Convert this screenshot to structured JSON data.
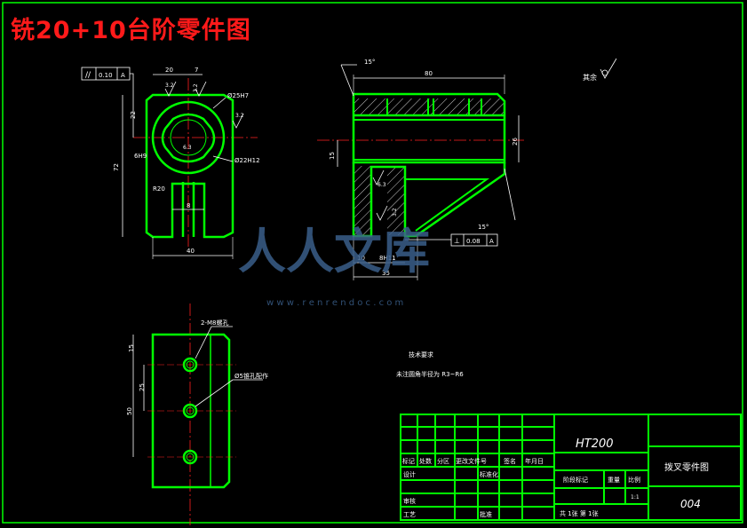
{
  "main_title": "铣20+10台阶零件图",
  "watermark": {
    "cn": "人人文库",
    "url": "w w w . r e n r e n d o c . c o m"
  },
  "surface_note": "其余",
  "front_view": {
    "tolerance_value": "0.10",
    "tolerance_datum": "A",
    "dims": {
      "top_width": "20",
      "top_offset": "7",
      "bore": "Ø25H7",
      "bore2": "Ø22H12",
      "height_left": "22",
      "height_total": "72",
      "dim_6h9": "6H9",
      "radius": "R20",
      "slot": "8",
      "bottom_width": "40"
    },
    "roughness": [
      "3.2",
      "3.2",
      "3.2",
      "6.3"
    ]
  },
  "side_view": {
    "angle_top": "15°",
    "angle_bottom": "15°",
    "length": "80",
    "dia": "26",
    "offset": "15",
    "tolerance_value": "0.08",
    "tolerance_datum": "A",
    "dim_10": "10",
    "dim_8h11": "8H11",
    "dim_35": "35",
    "roughness": [
      "6.3",
      "3.2"
    ]
  },
  "bottom_view": {
    "note_holes": "2-M8螺孔",
    "note_pin": "Ø5锥孔配作",
    "dims": [
      "15",
      "25",
      "50"
    ]
  },
  "technical": {
    "title": "技术要求",
    "line": "未注圆角半径为 R3~R6"
  },
  "title_block": {
    "material": "HT200",
    "part_name": "拨叉零件图",
    "drawing_no": "004",
    "scale": "1:1",
    "labels": {
      "mark": "标记",
      "count": "处数",
      "zone": "分区",
      "change_doc": "更改文件号",
      "sign": "签名",
      "date": "年月日",
      "design": "设计",
      "standard": "标准化",
      "stage": "阶段标记",
      "weight": "重量",
      "ratio": "比例",
      "check": "审核",
      "process": "工艺",
      "approve": "批准",
      "sheets": "共 1张 第 1张"
    }
  },
  "colors": {
    "background": "#000000",
    "outline": "#00ff00",
    "dim": "#ffffff",
    "center": "#ff2020",
    "watermark": "#3a5f8a"
  }
}
